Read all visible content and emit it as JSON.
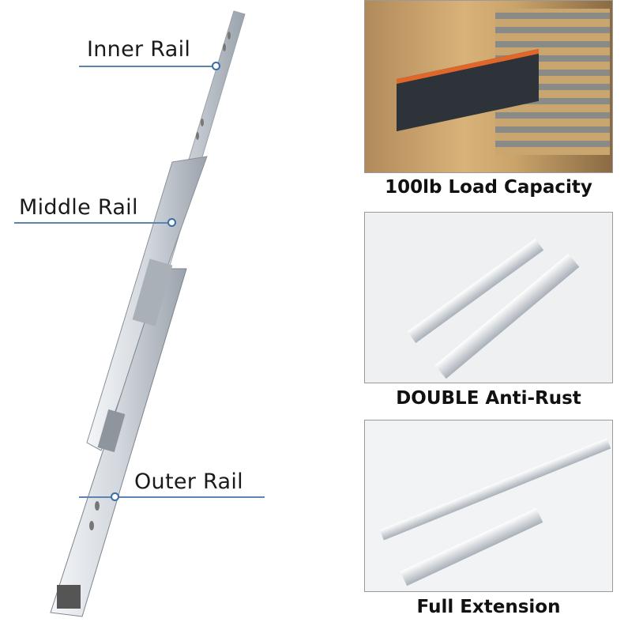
{
  "labels": {
    "inner": "Inner Rail",
    "middle": "Middle Rail",
    "outer": "Outer Rail"
  },
  "panels": [
    {
      "caption": "100lb Load Capacity"
    },
    {
      "caption": "DOUBLE Anti-Rust"
    },
    {
      "caption": "Full Extension"
    }
  ],
  "colors": {
    "accent_line": "#5d84b0",
    "steel": "#d9dde2"
  }
}
